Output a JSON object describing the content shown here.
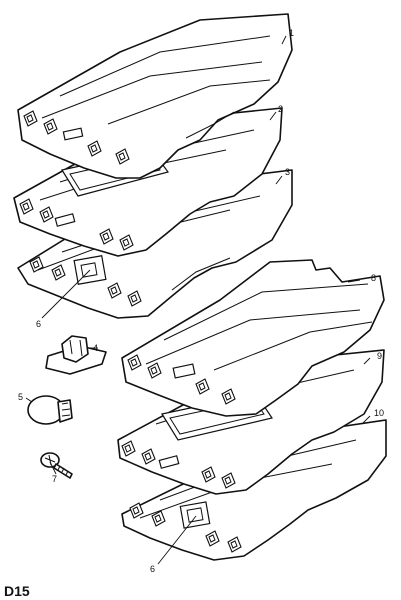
{
  "figure_code": "D15",
  "callouts": {
    "c1": "1",
    "c2": "2",
    "c3": "3",
    "c4": "4",
    "c5": "5",
    "c6a": "6",
    "c7": "7",
    "c8": "8",
    "c9": "9",
    "c10": "10",
    "c6b": "6"
  }
}
